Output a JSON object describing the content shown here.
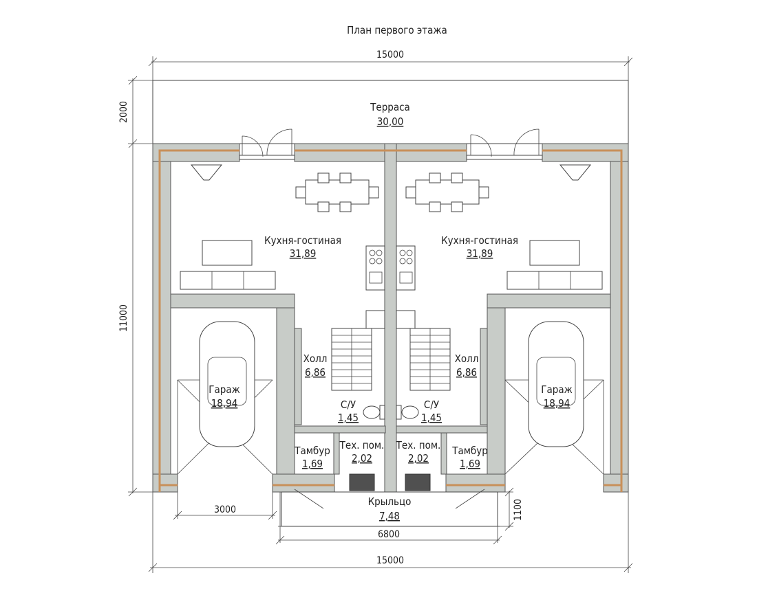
{
  "title": "План первого этажа",
  "dimensions": {
    "top_width": "15000",
    "bottom_width": "15000",
    "terrace_depth": "2000",
    "house_depth": "11000",
    "garage_width": "3000",
    "porch_width": "6800",
    "porch_depth": "1100"
  },
  "rooms": {
    "terrace": {
      "name": "Терраса",
      "area": "30,00"
    },
    "kitchen_left": {
      "name": "Кухня-гостиная",
      "area": "31,89"
    },
    "kitchen_right": {
      "name": "Кухня-гостиная",
      "area": "31,89"
    },
    "hall_left": {
      "name": "Холл",
      "area": "6,86"
    },
    "hall_right": {
      "name": "Холл",
      "area": "6,86"
    },
    "garage_left": {
      "name": "Гараж",
      "area": "18,94"
    },
    "garage_right": {
      "name": "Гараж",
      "area": "18,94"
    },
    "wc_left": {
      "name": "С/У",
      "area": "1,45"
    },
    "wc_right": {
      "name": "С/У",
      "area": "1,45"
    },
    "tambour_left": {
      "name": "Тамбур",
      "area": "1,69"
    },
    "tambour_right": {
      "name": "Тамбур",
      "area": "1,69"
    },
    "tech_left": {
      "name": "Тех. пом.",
      "area": "2,02"
    },
    "tech_right": {
      "name": "Тех. пом.",
      "area": "2,02"
    },
    "porch": {
      "name": "Крыльцо",
      "area": "7,48"
    }
  },
  "colors": {
    "wall": "#c8ccc8",
    "insulation": "#c8905a",
    "boiler": "#505050"
  }
}
